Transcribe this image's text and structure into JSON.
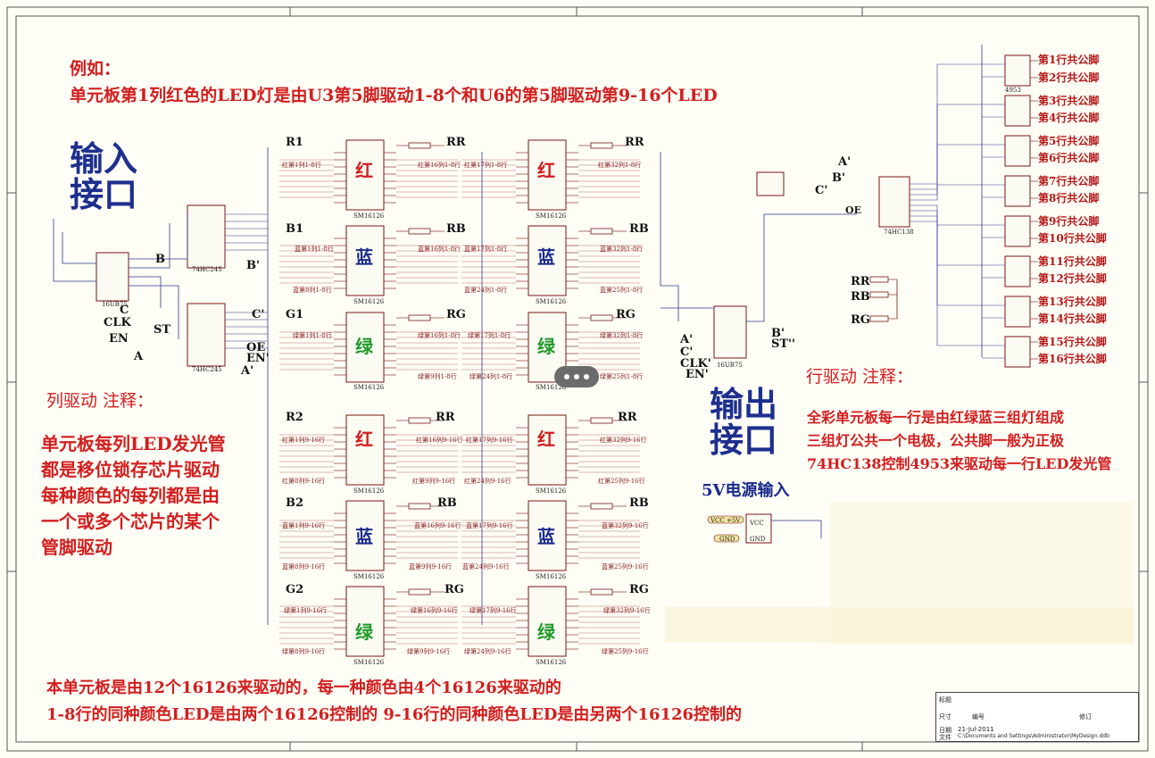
{
  "annotations": {
    "example_title": "例如：",
    "example_line": "单元板第1列红色的LED灯是由U3第5脚驱动1-8个和U6的第5脚驱动第9-16个LED",
    "input_port": "输入\n接口",
    "output_port": "输出\n接口",
    "col_drive_title": "列驱动 注释：",
    "col_drive_body": "单元板每列LED发光管\n都是移位锁存芯片驱动\n每种颜色的每列都是由\n一个或多个芯片的某个\n管脚驱动",
    "row_drive_title": "行驱动  注释：",
    "row_drive_body": "全彩单元板每一行是由红绿蓝三组灯组成\n三组灯公共一个电极，公共脚一般为正极\n74HC138控制4953来驱动每一行LED发光管",
    "power_input": "5V电源输入",
    "bottom_line1": "本单元板是由12个16126来驱动的，每一种颜色由4个16126来驱动的",
    "bottom_line2": "1-8行的同种颜色LED是由两个16126控制的 9-16行的同种颜色LED是由另两个16126控制的"
  },
  "row_commons": [
    "第1行共公脚",
    "第2行共公脚",
    "第3行共公脚",
    "第4行共公脚",
    "第5行共公脚",
    "第6行共公脚",
    "第7行共公脚",
    "第8行共公脚",
    "第9行共公脚",
    "第10行共公脚",
    "第11行共公脚",
    "第12行共公脚",
    "第13行共公脚",
    "第14行共公脚",
    "第15行共公脚",
    "第16行共公脚"
  ],
  "bank_labels": [
    "R1",
    "B1",
    "G1",
    "R2",
    "B2",
    "G2"
  ],
  "chip_colors": [
    "红",
    "蓝",
    "绿",
    "红",
    "蓝",
    "绿"
  ],
  "resistor_labels": [
    "RR",
    "RB",
    "RG",
    "RR",
    "RB",
    "RG"
  ],
  "chip_part": "SM16126",
  "signals": {
    "b": "B",
    "bp": "B'",
    "c": "C",
    "cp": "C'",
    "clk": "CLK",
    "st": "ST",
    "oe": "OE",
    "en": "EN",
    "enp": "EN'",
    "a": "A",
    "ap": "A'",
    "out_a": "A'",
    "out_b": "B'",
    "out_c": "C'",
    "out_st": "ST''",
    "out_clk": "CLK'",
    "out_en": "EN'",
    "rr": "RR",
    "rb": "RB",
    "rg": "RG",
    "row_a": "A'",
    "row_b": "B'",
    "row_c": "C'",
    "row_oe": "OE"
  },
  "pin_notes": {
    "r_top_left": "红第1列1-8行",
    "r_top_mid": "红第16列1-8行",
    "r_top_mid2": "红第17列1-8行",
    "r_top_right": "红第32列1-8行",
    "b_top_left": "蓝第1列1-8行",
    "b_top_left_b": "蓝第8列1-8行",
    "b_top_mid": "蓝第16列1-8行",
    "b_top_mid2": "蓝第17列1-8行",
    "b_top_right": "蓝第32列1-8行",
    "b_top_mid_b": "蓝第24列1-8行",
    "b_top_right_b": "蓝第25列1-8行",
    "g_top_left": "绿第1列1-8行",
    "g_top_mid": "绿第16列1-8行",
    "g_top_mid2": "绿第17列1-8行",
    "g_top_right": "绿第32列1-8行",
    "g_top_mid_b": "绿第9列1-8行",
    "g_top_mid2_b": "绿第24列1-8行",
    "g_top_right_b": "绿第25列1-8行",
    "r_bot_left": "红第1列9-16行",
    "r_bot_mid": "红第16列9-16行",
    "r_bot_mid2": "红第17列9-16行",
    "r_bot_right": "红第32列9-16行",
    "r_bot_left_b": "红第8列9-16行",
    "r_bot_mid_b": "红第9列9-16行",
    "r_bot_mid2_b": "红第24列9-16行",
    "r_bot_right_b": "红第25列9-16行",
    "b_bot_left": "蓝第1列9-16行",
    "b_bot_mid": "蓝第16列9-16行",
    "b_bot_mid2": "蓝第17列9-16行",
    "b_bot_right": "蓝第32列9-16行",
    "b_bot_left_b": "蓝第8列9-16行",
    "b_bot_mid_b": "蓝第9列9-16行",
    "b_bot_mid2_b": "蓝第24列9-16行",
    "b_bot_right_b": "蓝第25列9-16行",
    "g_bot_left": "绿第1列9-16行",
    "g_bot_mid": "绿第16列9-16行",
    "g_bot_mid2": "绿第17列9-16行",
    "g_bot_right": "绿第32列9-16行",
    "g_bot_left_b": "绿第8列9-16行",
    "g_bot_mid_b": "绿第9列9-16行",
    "g_bot_mid2_b": "绿第24列9-16行",
    "g_bot_right_b": "绿第25列9-16行"
  },
  "parts": {
    "u1": "74HC245",
    "u2": "74HC245",
    "jp1": "16UB75",
    "jp2": "16UB75",
    "u16": "74HC138",
    "row_drv": "4953",
    "jp3_vcc": "VCC",
    "jp3_gnd": "GND",
    "vcc_in": "VCC +5V",
    "gnd_in": "GND"
  },
  "title_block": {
    "title": "标题",
    "size": "尺寸",
    "number": "编号",
    "revision": "修订",
    "date": "日期",
    "date_val": "21-Jul-2011",
    "file": "文件",
    "file_val": "C:\\Documents and Settings\\Administrator\\MyDesign.ddb"
  },
  "colors": {
    "annotation_red": "#d21e1e",
    "annotation_blue": "#1d2f8e",
    "chip_red": "#d21e1e",
    "chip_blue": "#1a2a8c",
    "chip_green": "#1f9a2a",
    "wire": "#2f3b8f",
    "part_stroke": "#7a1515"
  }
}
